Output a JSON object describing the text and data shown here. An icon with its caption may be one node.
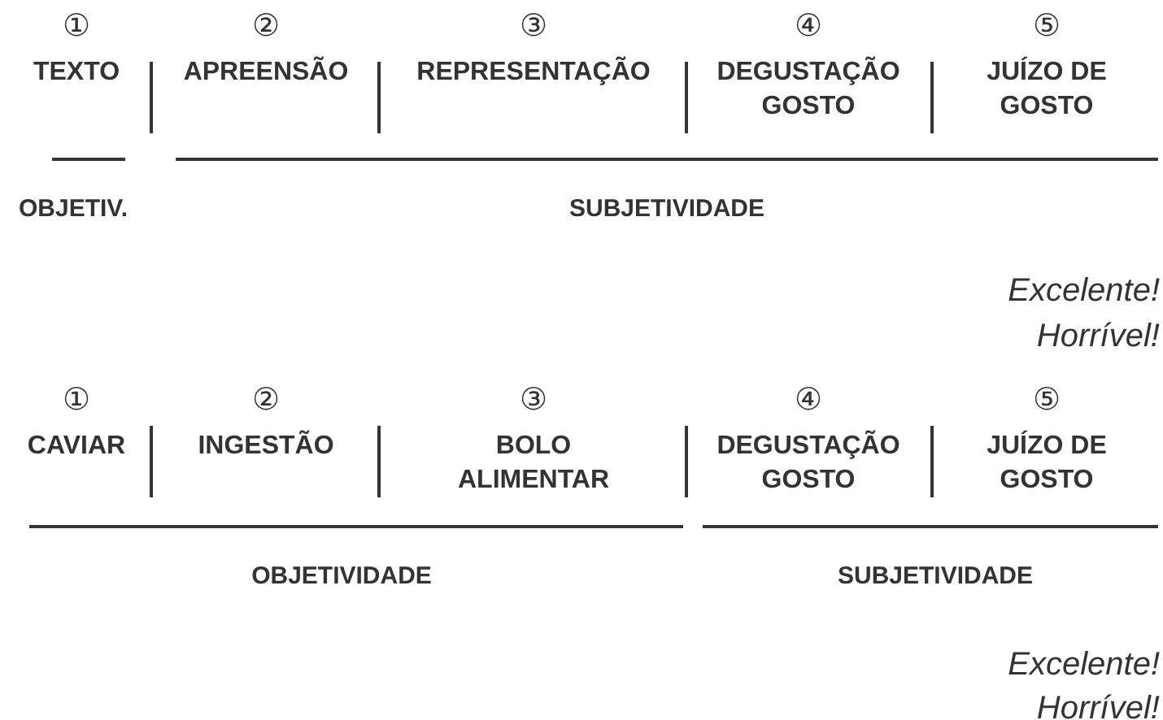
{
  "diagram": {
    "nodes": [
      {
        "text": [
          "①",
          "TEXTO"
        ]
      },
      {
        "text": [
          "②",
          "APREENSÃO"
        ]
      },
      {
        "text": [
          "③",
          "REPRESENTAÇÃO"
        ]
      },
      {
        "text": [
          "④",
          "DEGUSTAÇÃO GOSTO"
        ]
      },
      {
        "text": [
          "⑤",
          "JUÍZO DE GOSTO"
        ]
      },
      {
        "text": [
          "①",
          "CAVIAR"
        ]
      },
      {
        "text": [
          "②",
          "INGESTÃO"
        ]
      },
      {
        "text": [
          "③",
          "BOLO ALIMENTAR"
        ]
      },
      {
        "text": [
          "④",
          "DEGUSTAÇÃO GOSTO"
        ]
      },
      {
        "text": [
          "⑤",
          "JUÍZO DE GOSTO"
        ]
      }
    ],
    "labels": [
      "OBJETIV.",
      "SUBJETIVIDADE",
      "Excelente!",
      "Horrível!",
      "OBJETIVIDADE",
      "SUBJETIVIDADE",
      "Excelente!",
      "Horrível!"
    ]
  }
}
